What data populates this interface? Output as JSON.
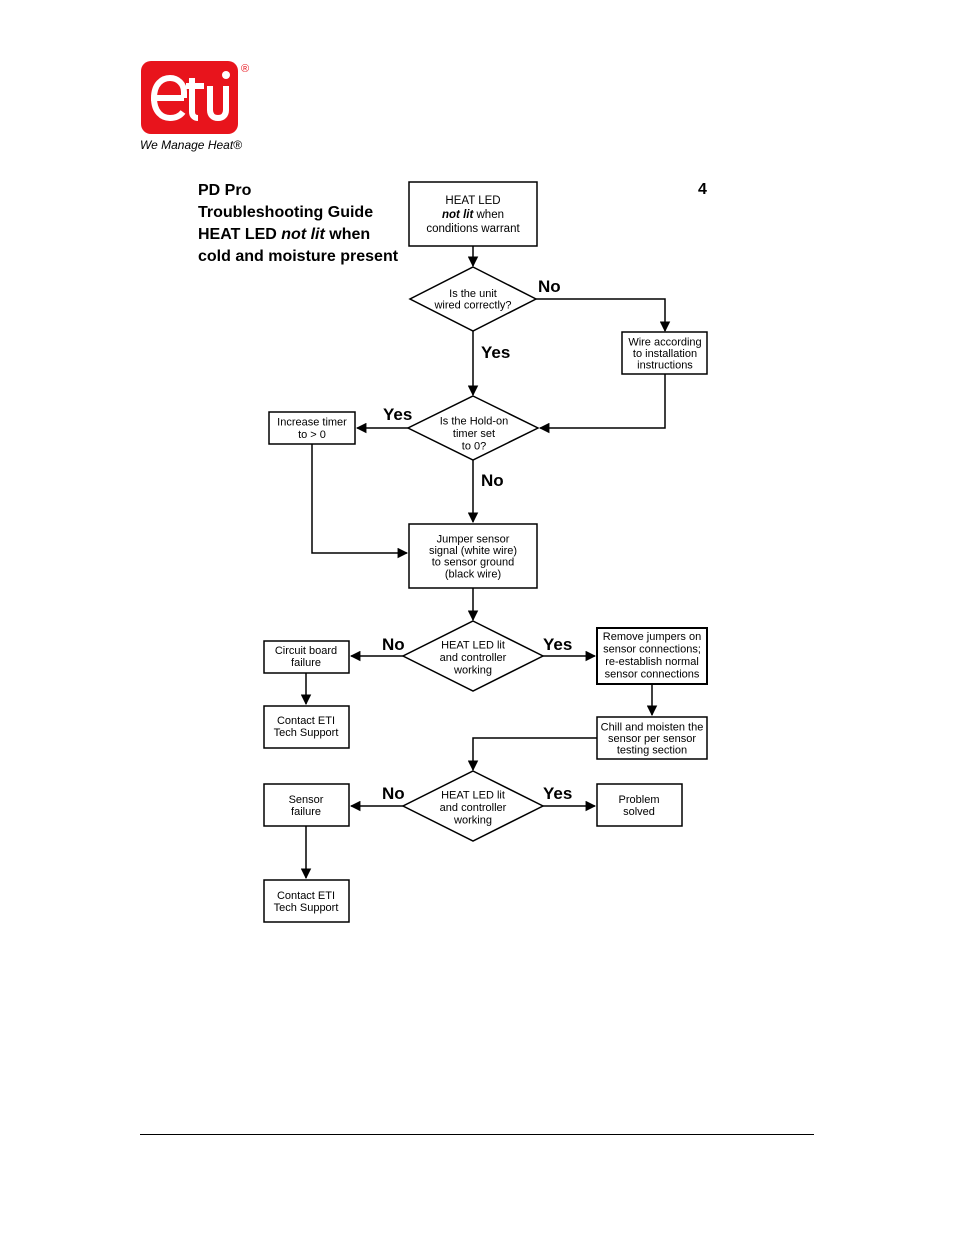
{
  "brand": {
    "logo_text": "eti",
    "registered": "®",
    "tagline": "We Manage Heat®",
    "brand_color": "#e8141c"
  },
  "header": {
    "title_line1": "PD Pro",
    "title_line2": "Troubleshooting Guide",
    "title_line3a": "HEAT LED ",
    "title_line3b": "not lit",
    "title_line3c": " when",
    "title_line4": "cold and moisture present",
    "page_number": "4"
  },
  "flowchart": {
    "start": {
      "line1": "HEAT LED",
      "line2a": "not lit",
      "line2b": " when",
      "line3": "conditions warrant"
    },
    "q_wired": {
      "lines": [
        "Is the unit",
        "wired correctly?"
      ]
    },
    "wire_box": {
      "lines": [
        "Wire according",
        "to installation",
        "instructions"
      ]
    },
    "q_timer": {
      "lines": [
        "Is the Hold-on",
        "timer set",
        "to 0?"
      ]
    },
    "timer_box": {
      "lines": [
        "Increase timer",
        "to > 0"
      ]
    },
    "jumper_box": {
      "lines": [
        "Jumper sensor",
        "signal (white wire)",
        "to sensor ground",
        "(black wire)"
      ]
    },
    "q_heat1": {
      "lines": [
        "HEAT LED lit",
        "and controller",
        "working"
      ]
    },
    "circuit_box": {
      "lines": [
        "Circuit board",
        "failure"
      ]
    },
    "contact1": {
      "lines": [
        "Contact ETI",
        "Tech Support"
      ]
    },
    "remove_box": {
      "lines": [
        "Remove jumpers on",
        "sensor connections;",
        "re-establish normal",
        "sensor connections"
      ]
    },
    "chill_box": {
      "lines": [
        "Chill and moisten the",
        "sensor per sensor",
        "testing section"
      ]
    },
    "q_heat2": {
      "lines": [
        "HEAT LED lit",
        "and controller",
        "working"
      ]
    },
    "sensor_box": {
      "lines": [
        "Sensor",
        "failure"
      ]
    },
    "contact2": {
      "lines": [
        "Contact ETI",
        "Tech Support"
      ]
    },
    "solved_box": {
      "lines": [
        "Problem",
        "solved"
      ]
    },
    "labels": {
      "wired_no": "No",
      "wired_yes": "Yes",
      "timer_yes": "Yes",
      "timer_no": "No",
      "heat1_no": "No",
      "heat1_yes": "Yes",
      "heat2_no": "No",
      "heat2_yes": "Yes"
    }
  }
}
